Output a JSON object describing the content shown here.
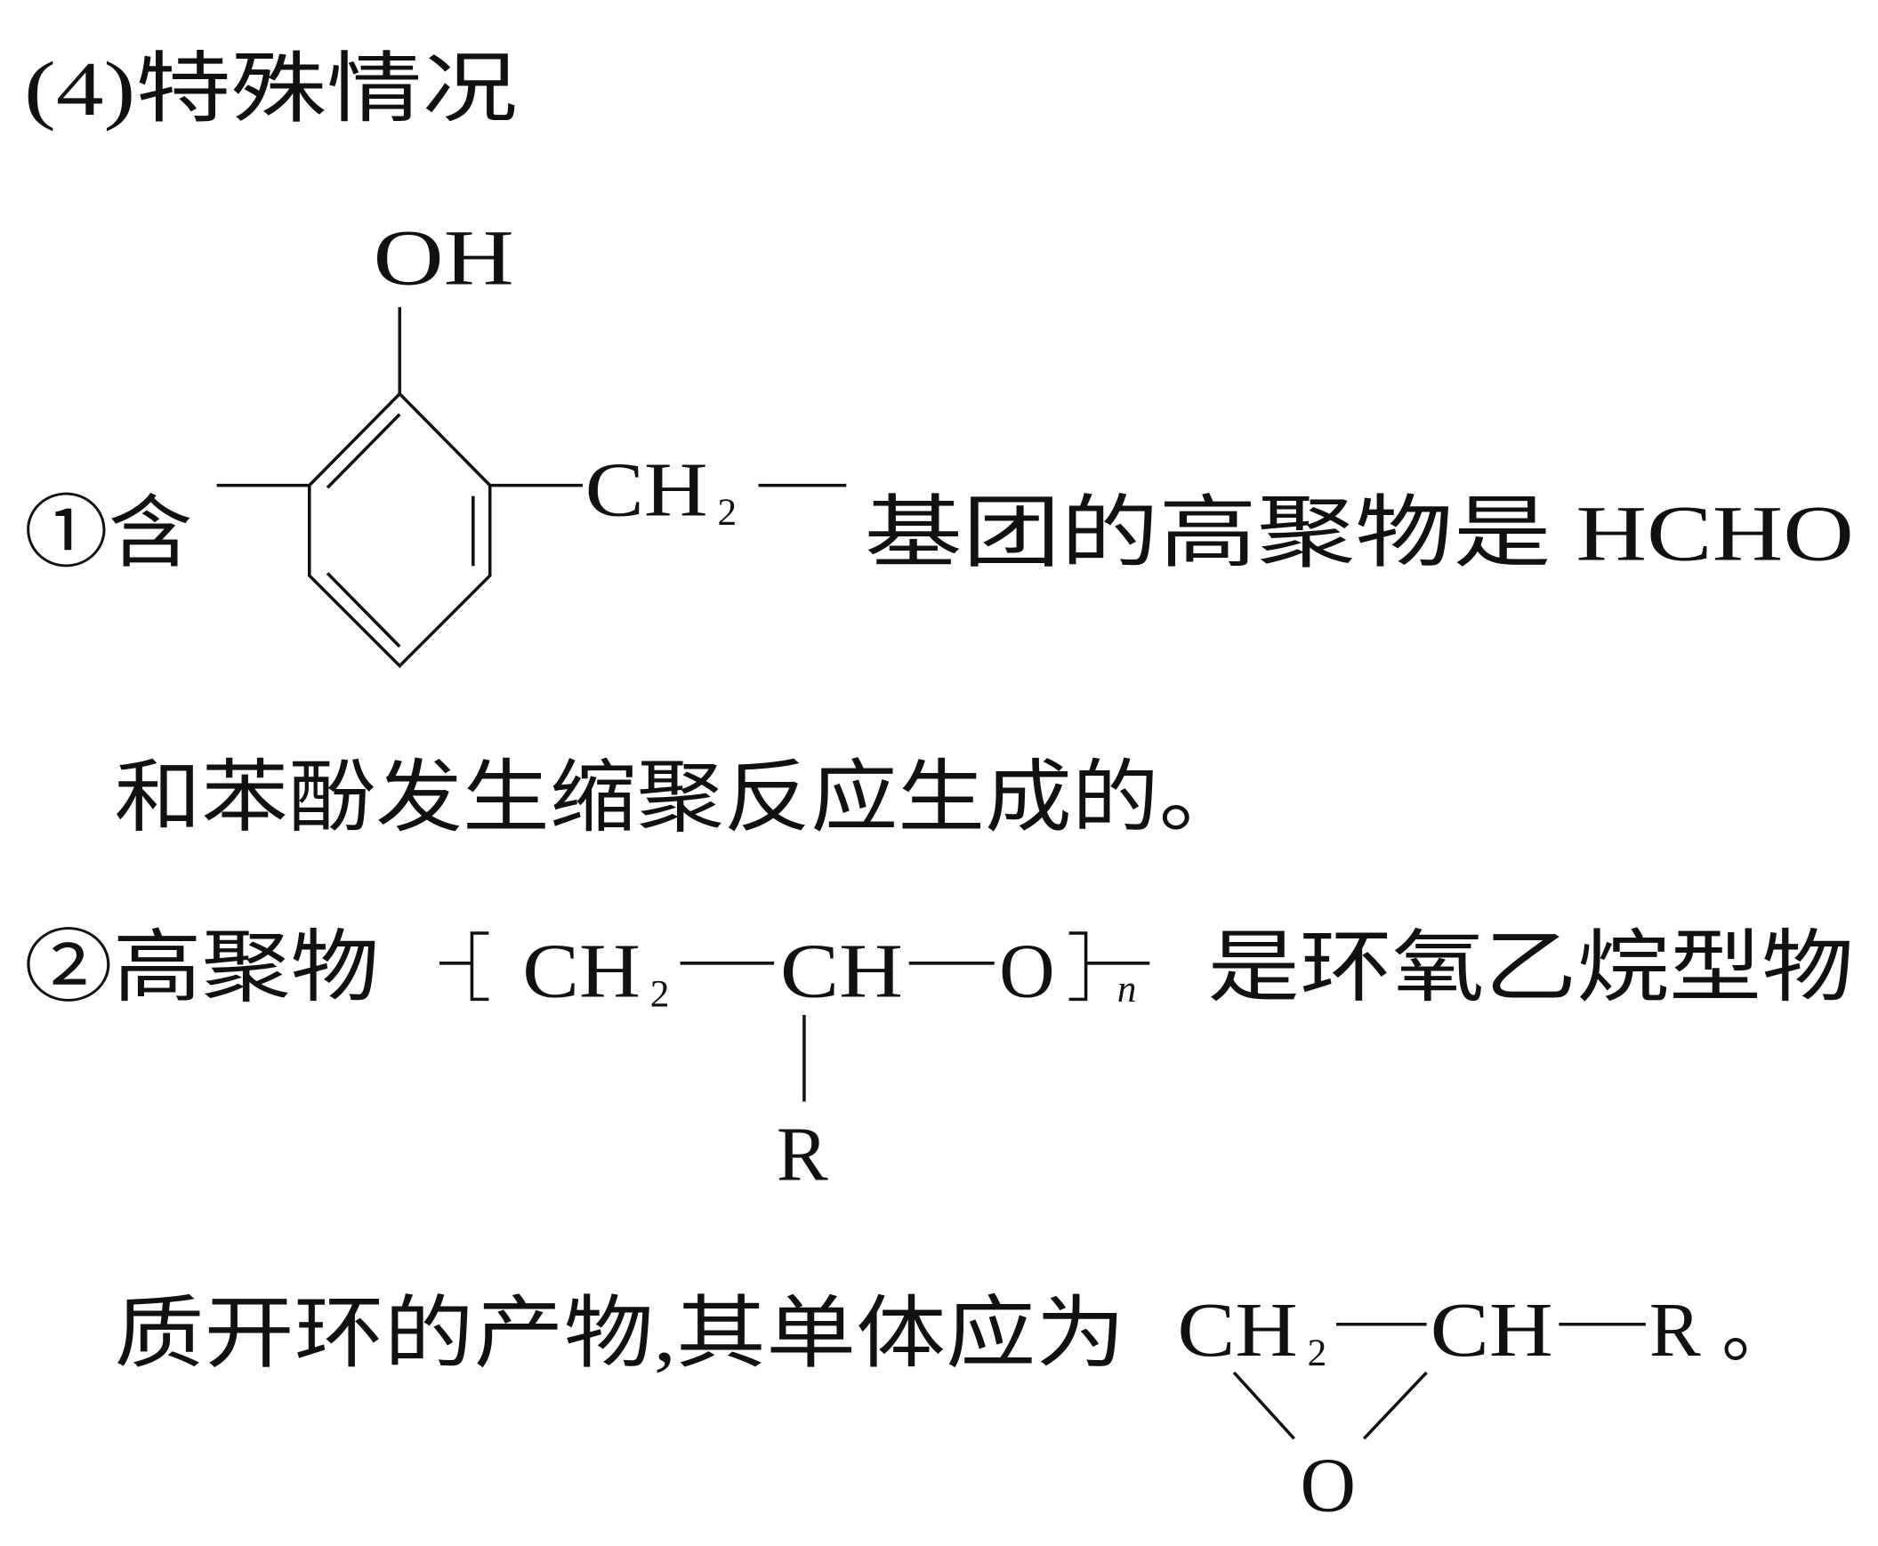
{
  "section_title": "(4)特殊情况",
  "item1": {
    "marker": "①含",
    "structure": {
      "oh": "OH",
      "ch": "CH",
      "sub2": "2"
    },
    "text_after": "基团的高聚物是 HCHO",
    "text_line2": "和苯酚发生缩聚反应生成的。"
  },
  "item2": {
    "marker": "②高聚物",
    "polymer": {
      "ch2": "CH",
      "sub2": "2",
      "dash1": "—",
      "ch": "CH",
      "dash2": "—",
      "o": "O",
      "n": "n",
      "r": "R"
    },
    "text_after": "是环氧乙烷型物",
    "text_line2": "质开环的产物,其单体应为",
    "monomer": {
      "ch2": "CH",
      "sub2": "2",
      "dash1": "—",
      "ch": "CH",
      "dash2": "—",
      "r": "R",
      "o": "O",
      "period": "。"
    }
  }
}
